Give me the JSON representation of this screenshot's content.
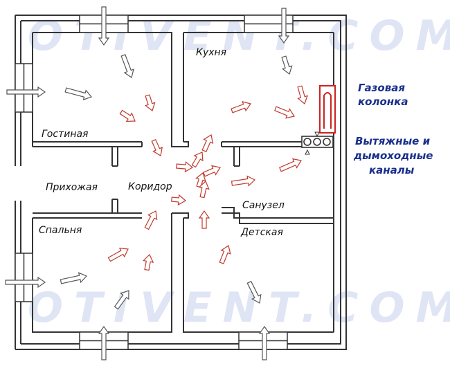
{
  "watermark": "OTIVENT.COM",
  "rooms": {
    "living": "Гостиная",
    "kitchen": "Кухня",
    "hall": "Прихожая",
    "corridor": "Коридор",
    "bathroom": "Санузел",
    "bedroom": "Спальня",
    "kids": "Детская"
  },
  "callouts": {
    "gas_line1": "Газовая",
    "gas_line2": "колонка",
    "ducts_line1": "Вытяжные и",
    "ducts_line2": "дымоходные",
    "ducts_line3": "каналы"
  },
  "colors": {
    "wall": "#333333",
    "arrow_supply": "#555555",
    "arrow_indoor": "#c0392b",
    "heater": "#cc2222",
    "callout": "#1a2f8c",
    "watermark": "#dfe5f4"
  },
  "icons": {
    "supply_arrow": "fresh-air-arrow-icon",
    "indoor_arrow": "indoor-airflow-arrow-icon",
    "heater": "gas-water-heater-icon",
    "ducts": "exhaust-duct-icon"
  }
}
